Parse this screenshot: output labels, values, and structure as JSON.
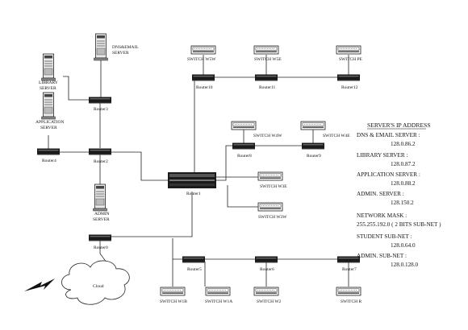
{
  "routers": [
    {
      "id": "router0",
      "label": "Router0"
    },
    {
      "id": "router1",
      "label": "Router1"
    },
    {
      "id": "router2",
      "label": "Router2"
    },
    {
      "id": "router3",
      "label": "Router3"
    },
    {
      "id": "router4",
      "label": "Router4"
    },
    {
      "id": "router5",
      "label": "Router5"
    },
    {
      "id": "router6",
      "label": "Router6"
    },
    {
      "id": "router7",
      "label": "Router7"
    },
    {
      "id": "router8",
      "label": "Router8"
    },
    {
      "id": "router9",
      "label": "Router9"
    },
    {
      "id": "router10",
      "label": "Router10"
    },
    {
      "id": "router11",
      "label": "Router11"
    },
    {
      "id": "router12",
      "label": "Router12"
    }
  ],
  "switches": [
    {
      "id": "switch-w5w",
      "label": "SWITCH W5W"
    },
    {
      "id": "switch-w5e",
      "label": "SWITCH W5E"
    },
    {
      "id": "switch-pe",
      "label": "SWITCH PE"
    },
    {
      "id": "switch-w4w",
      "label": "SWITCH W4W"
    },
    {
      "id": "switch-w4e",
      "label": "SWITCH W4E"
    },
    {
      "id": "switch-w3e",
      "label": "SWITCH W3E"
    },
    {
      "id": "switch-w3w",
      "label": "SWITCH W3W"
    },
    {
      "id": "switch-w1b",
      "label": "SWITCH W1B"
    },
    {
      "id": "switch-w1a",
      "label": "SWITCH W1A"
    },
    {
      "id": "switch-w2",
      "label": "SWITCH W2"
    },
    {
      "id": "switch-r",
      "label": "SWITCH R"
    }
  ],
  "servers": [
    {
      "id": "dns-email-server",
      "lines": [
        "DNS&EMAIL",
        "SERVER"
      ]
    },
    {
      "id": "library-server",
      "lines": [
        "LIBRARY",
        "SERVER"
      ]
    },
    {
      "id": "application-server",
      "lines": [
        "APPLICATION",
        "SERVER"
      ]
    },
    {
      "id": "admin-server",
      "lines": [
        "ADMIN",
        "SERVER"
      ]
    }
  ],
  "cloud": {
    "label": "Cloud"
  },
  "info": {
    "title": "SERVER'S IP ADDRESS",
    "dns_label": "DNS & EMAIL SERVER :",
    "dns_value": "128.0.86.2",
    "library_label": "LIBRARY SERVER :",
    "library_value": "128.0.87.2",
    "application_label": "APPLICATION SERVER :",
    "application_value": "128.0.88.2",
    "admin_label": "ADMIN. SERVER :",
    "admin_value": "128.150.2",
    "mask_label": "NETWORK MASK :",
    "mask_value": "255.255.192.0 ( 2 BITS SUB-NET )",
    "student_label": "STUDENT SUB-NET :",
    "student_value": "128.0.64.0",
    "admin_subnet_label": "ADMIN. SUB-NET :",
    "admin_subnet_value": "128.0.128.0"
  }
}
